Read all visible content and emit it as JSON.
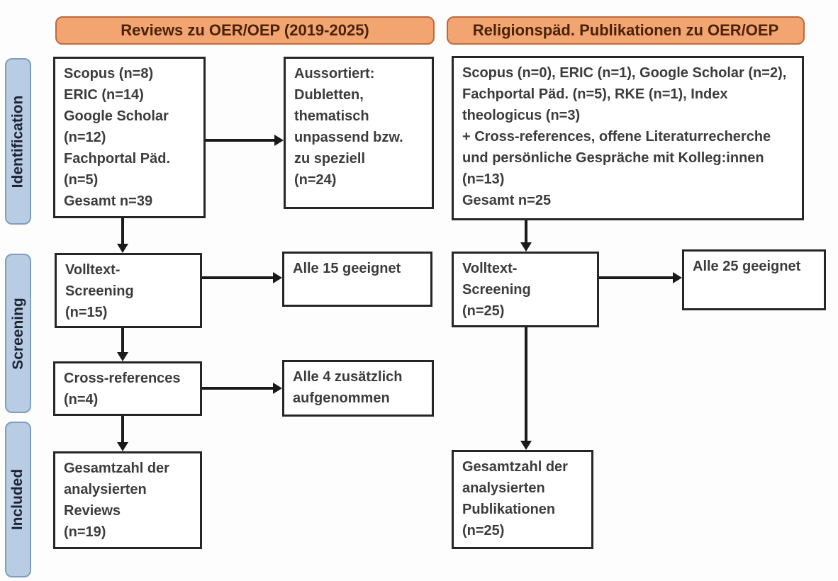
{
  "diagram": {
    "type": "prisma-flow",
    "columns": [
      {
        "header": "Reviews zu OER/OEP (2019-2025)"
      },
      {
        "header": "Religionspäd. Publikationen zu OER/OEP"
      }
    ],
    "stages": [
      "Identification",
      "Screening",
      "Included"
    ],
    "left": {
      "sources": "Scopus (n=8)\nERIC (n=14)\nGoogle Scholar\n(n=12)\nFachportal Päd.\n(n=5)\nGesamt n=39",
      "excluded": "Aussortiert:\nDubletten,\nthematisch\nunpassend bzw.\nzu speziell\n(n=24)",
      "fulltext": "Volltext-\nScreening\n(n=15)",
      "fulltext_result": "Alle 15 geeignet",
      "crossref": "Cross-references\n(n=4)",
      "crossref_result": "Alle 4 zusätzlich\naufgenommen",
      "included": "Gesamtzahl der\nanalysierten\nReviews\n(n=19)"
    },
    "right": {
      "sources": "Scopus (n=0), ERIC (n=1), Google Scholar (n=2),\nFachportal Päd. (n=5), RKE (n=1), Index\ntheologicus (n=3)\n+ Cross-references, offene Literaturrecherche\nund persönliche Gespräche mit Kolleg:innen\n(n=13)\nGesamt n=25",
      "fulltext": "Volltext-\nScreening\n(n=25)",
      "fulltext_result": "Alle 25 geeignet",
      "included": "Gesamtzahl der\nanalysierten\nPublikationen\n(n=25)"
    },
    "colors": {
      "header_fill": "#F2A471",
      "header_border": "#BC6B3D",
      "header_text": "#4A2208",
      "stage_fill": "#B8CCE4",
      "stage_border": "#7F9EC0",
      "stage_text": "#1C2433",
      "box_border": "#262626",
      "box_text": "#3C3C3C",
      "arrow": "#1A1A1A",
      "background": "#FDFDFD"
    }
  }
}
